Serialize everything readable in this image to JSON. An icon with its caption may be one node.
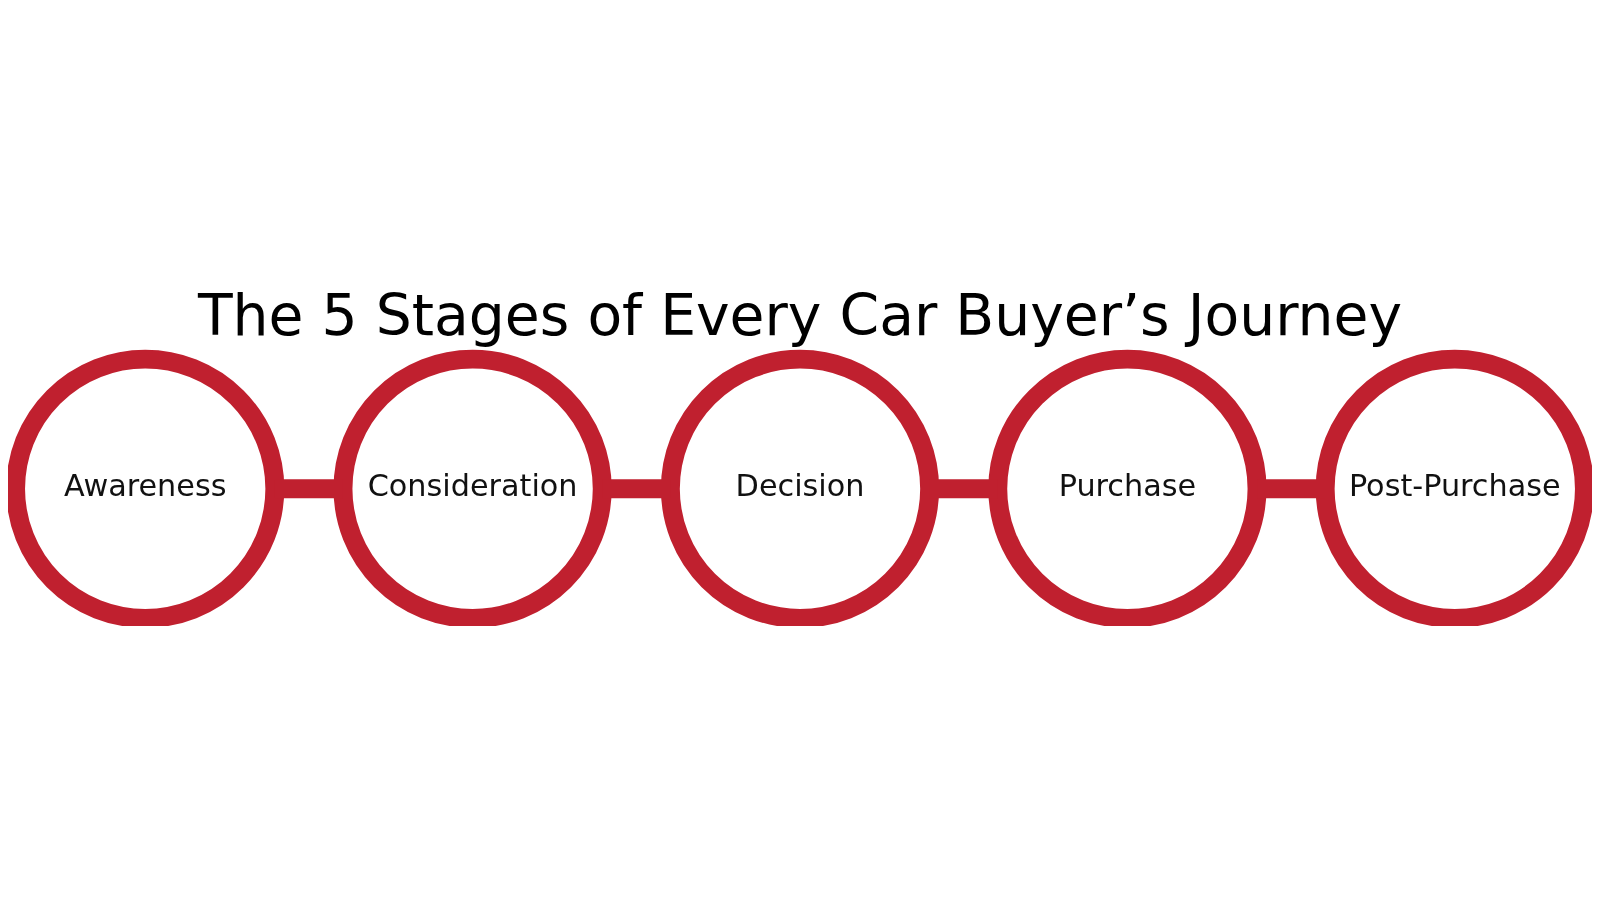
{
  "diagram": {
    "title": "The 5 Stages of Every Car Buyer’s Journey",
    "nodes": [
      {
        "text": [
          "Awareness"
        ]
      },
      {
        "text": [
          "Consideration"
        ]
      },
      {
        "text": [
          "Decision"
        ]
      },
      {
        "text": [
          "Purchase"
        ]
      },
      {
        "text": [
          "Post-Purchase"
        ]
      }
    ],
    "edges": [
      {
        "from": 0,
        "to": 1,
        "arrow": "none"
      },
      {
        "from": 1,
        "to": 2,
        "arrow": "none"
      },
      {
        "from": 2,
        "to": 3,
        "arrow": "none"
      },
      {
        "from": 3,
        "to": 4,
        "arrow": "none"
      }
    ]
  }
}
